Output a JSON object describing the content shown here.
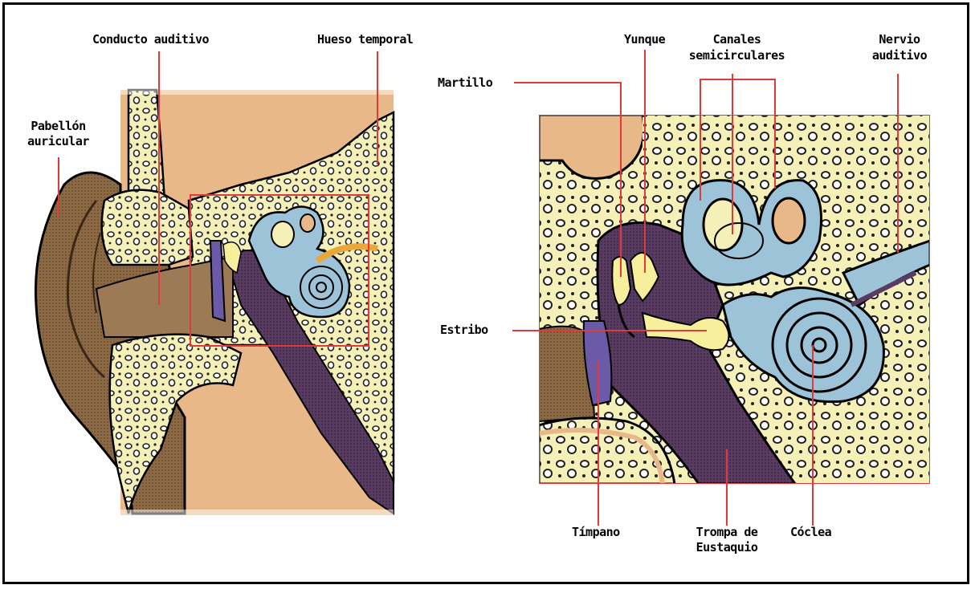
{
  "labels": {
    "conducto_auditivo": "Conducto auditivo",
    "hueso_temporal": "Hueso temporal",
    "pabellon_1": "Pabellón",
    "pabellon_2": "auricular",
    "yunque": "Yunque",
    "canales_1": "Canales",
    "canales_2": "semicirculares",
    "nervio_1": "Nervio",
    "nervio_2": "auditivo",
    "martillo": "Martillo",
    "estribo": "Estribo",
    "timpano": "Tímpano",
    "trompa_1": "Trompa de",
    "trompa_2": "Eustaquio",
    "coclea": "Cóclea"
  },
  "colors": {
    "skin": "#e9b888",
    "bone": "#f4f0b8",
    "ear_brown": "#8c6a45",
    "cochlea_blue": "#9cc3d8",
    "purple": "#5a3c62",
    "eardrum": "#6b5aa8",
    "ossicle": "#f7ef9c",
    "leader_line": "#e03a3a"
  }
}
